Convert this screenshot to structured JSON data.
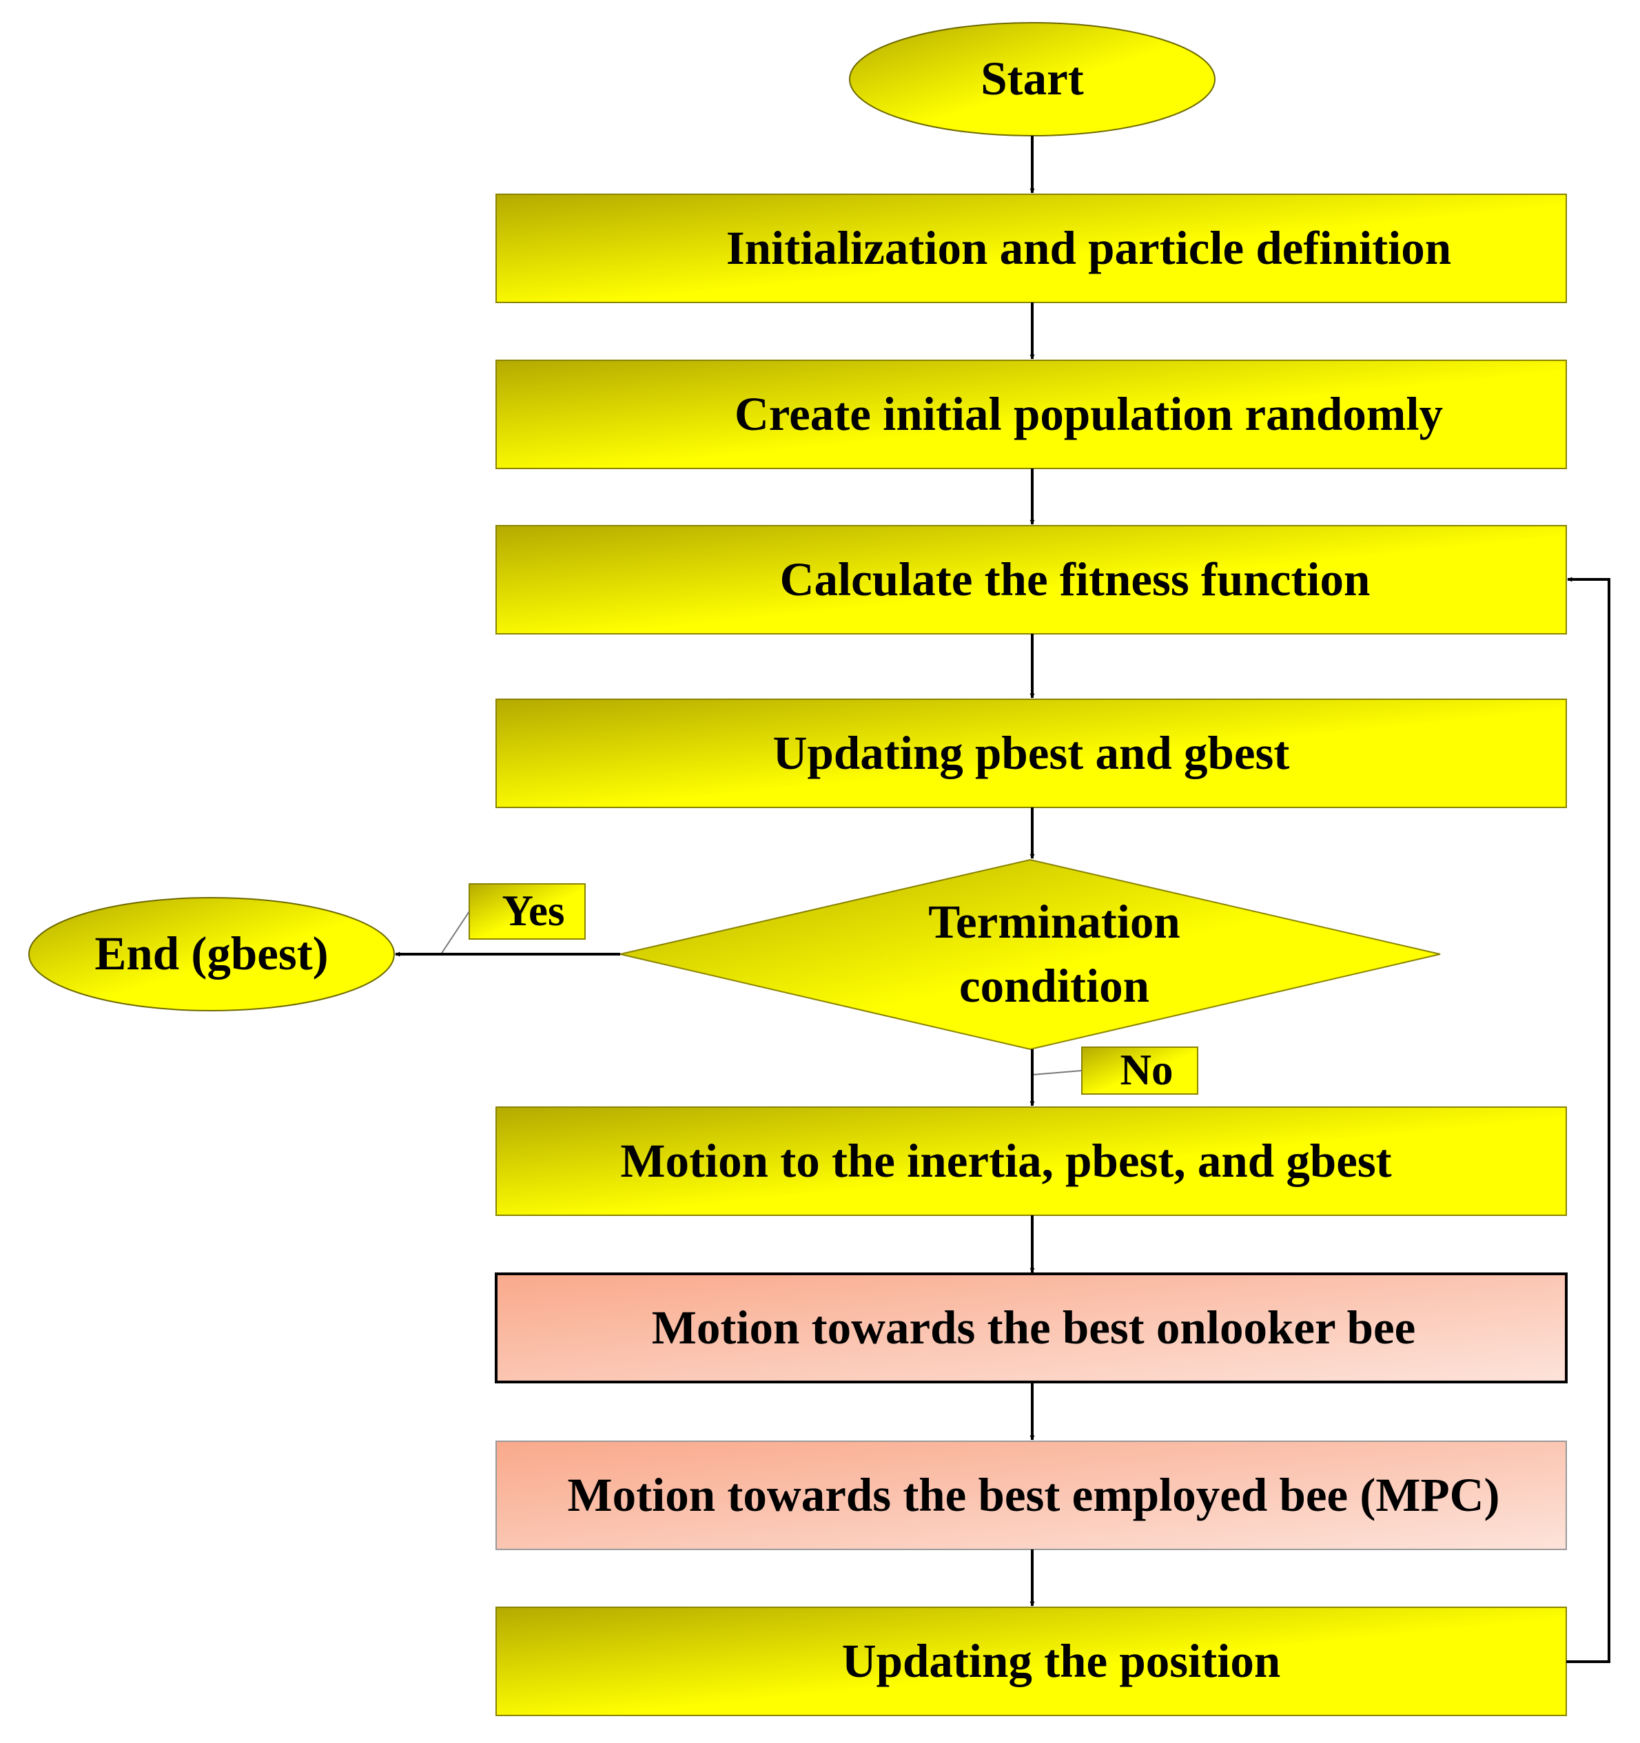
{
  "colors": {
    "yellow_dark": "#b4aa00",
    "yellow_light": "#ffff00",
    "salmon_dark": "#f9a98b",
    "salmon_light": "#fde3da",
    "line": "#000000"
  },
  "nodes": {
    "start": "Start",
    "init": "Initialization and particle definition",
    "create_population": "Create initial population randomly",
    "fitness": "Calculate the fitness function",
    "update_best": "Updating pbest and gbest",
    "termination_line1": "Termination",
    "termination_line2": "condition",
    "end": "End (gbest)",
    "motion_inertia": "Motion to the inertia, pbest, and gbest",
    "motion_onlooker": "Motion towards the best onlooker bee",
    "motion_employed": "Motion towards the best employed bee (MPC)",
    "update_position": "Updating the position"
  },
  "labels": {
    "yes": "Yes",
    "no": "No"
  }
}
